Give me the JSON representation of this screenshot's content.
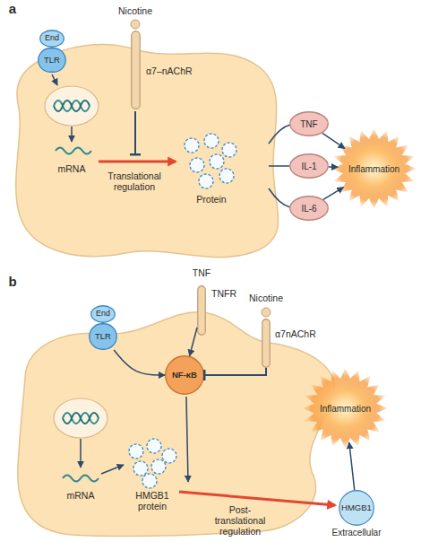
{
  "diagram": {
    "nodes": [
      {
        "text": [
          "End"
        ]
      },
      {
        "text": [
          "TLR"
        ]
      },
      {
        "text": [
          "α7–nAChR"
        ]
      },
      {
        "text": [
          "TNF"
        ]
      },
      {
        "text": [
          "IL-1"
        ]
      },
      {
        "text": [
          "IL-6"
        ]
      },
      {
        "text": [
          "Inflammation"
        ]
      },
      {
        "text": [
          "End"
        ]
      },
      {
        "text": [
          "TLR"
        ]
      },
      {
        "text": [
          "TNFR"
        ]
      },
      {
        "text": [
          "α7nAChR"
        ]
      },
      {
        "text": [
          "NF-κB"
        ]
      },
      {
        "text": [
          "Inflammation"
        ]
      },
      {
        "text": [
          "HMGB1",
          "Extracellular"
        ]
      }
    ],
    "edges": [
      {
        "from": 3,
        "to": 6,
        "arrow": "to"
      },
      {
        "from": 4,
        "to": 6,
        "arrow": "to"
      },
      {
        "from": 5,
        "to": 6,
        "arrow": "to"
      },
      {
        "from": 8,
        "to": 11,
        "arrow": "to"
      },
      {
        "from": 9,
        "to": 11,
        "arrow": "to"
      },
      {
        "from": 10,
        "to": 11,
        "arrow": "to"
      },
      {
        "from": 13,
        "to": 12,
        "arrow": "to"
      }
    ],
    "labels": [
      "a",
      "Nicotine",
      "mRNA",
      "Translational regulation",
      "Protein",
      "b",
      "TNF",
      "Nicotine",
      "mRNA",
      "HMGB1 protein",
      "Post-translational regulation"
    ]
  }
}
